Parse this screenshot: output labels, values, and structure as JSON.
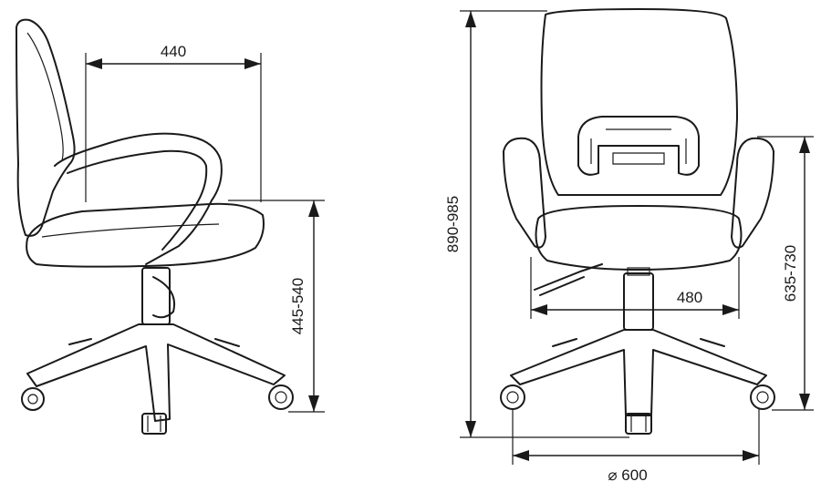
{
  "dimensions": {
    "seat_depth": "440",
    "seat_height": "445-540",
    "total_height": "890-985",
    "seat_width": "480",
    "armrest_height": "635-730",
    "base_diameter": "⌀ 600"
  },
  "views": [
    "side-view",
    "front-view"
  ]
}
